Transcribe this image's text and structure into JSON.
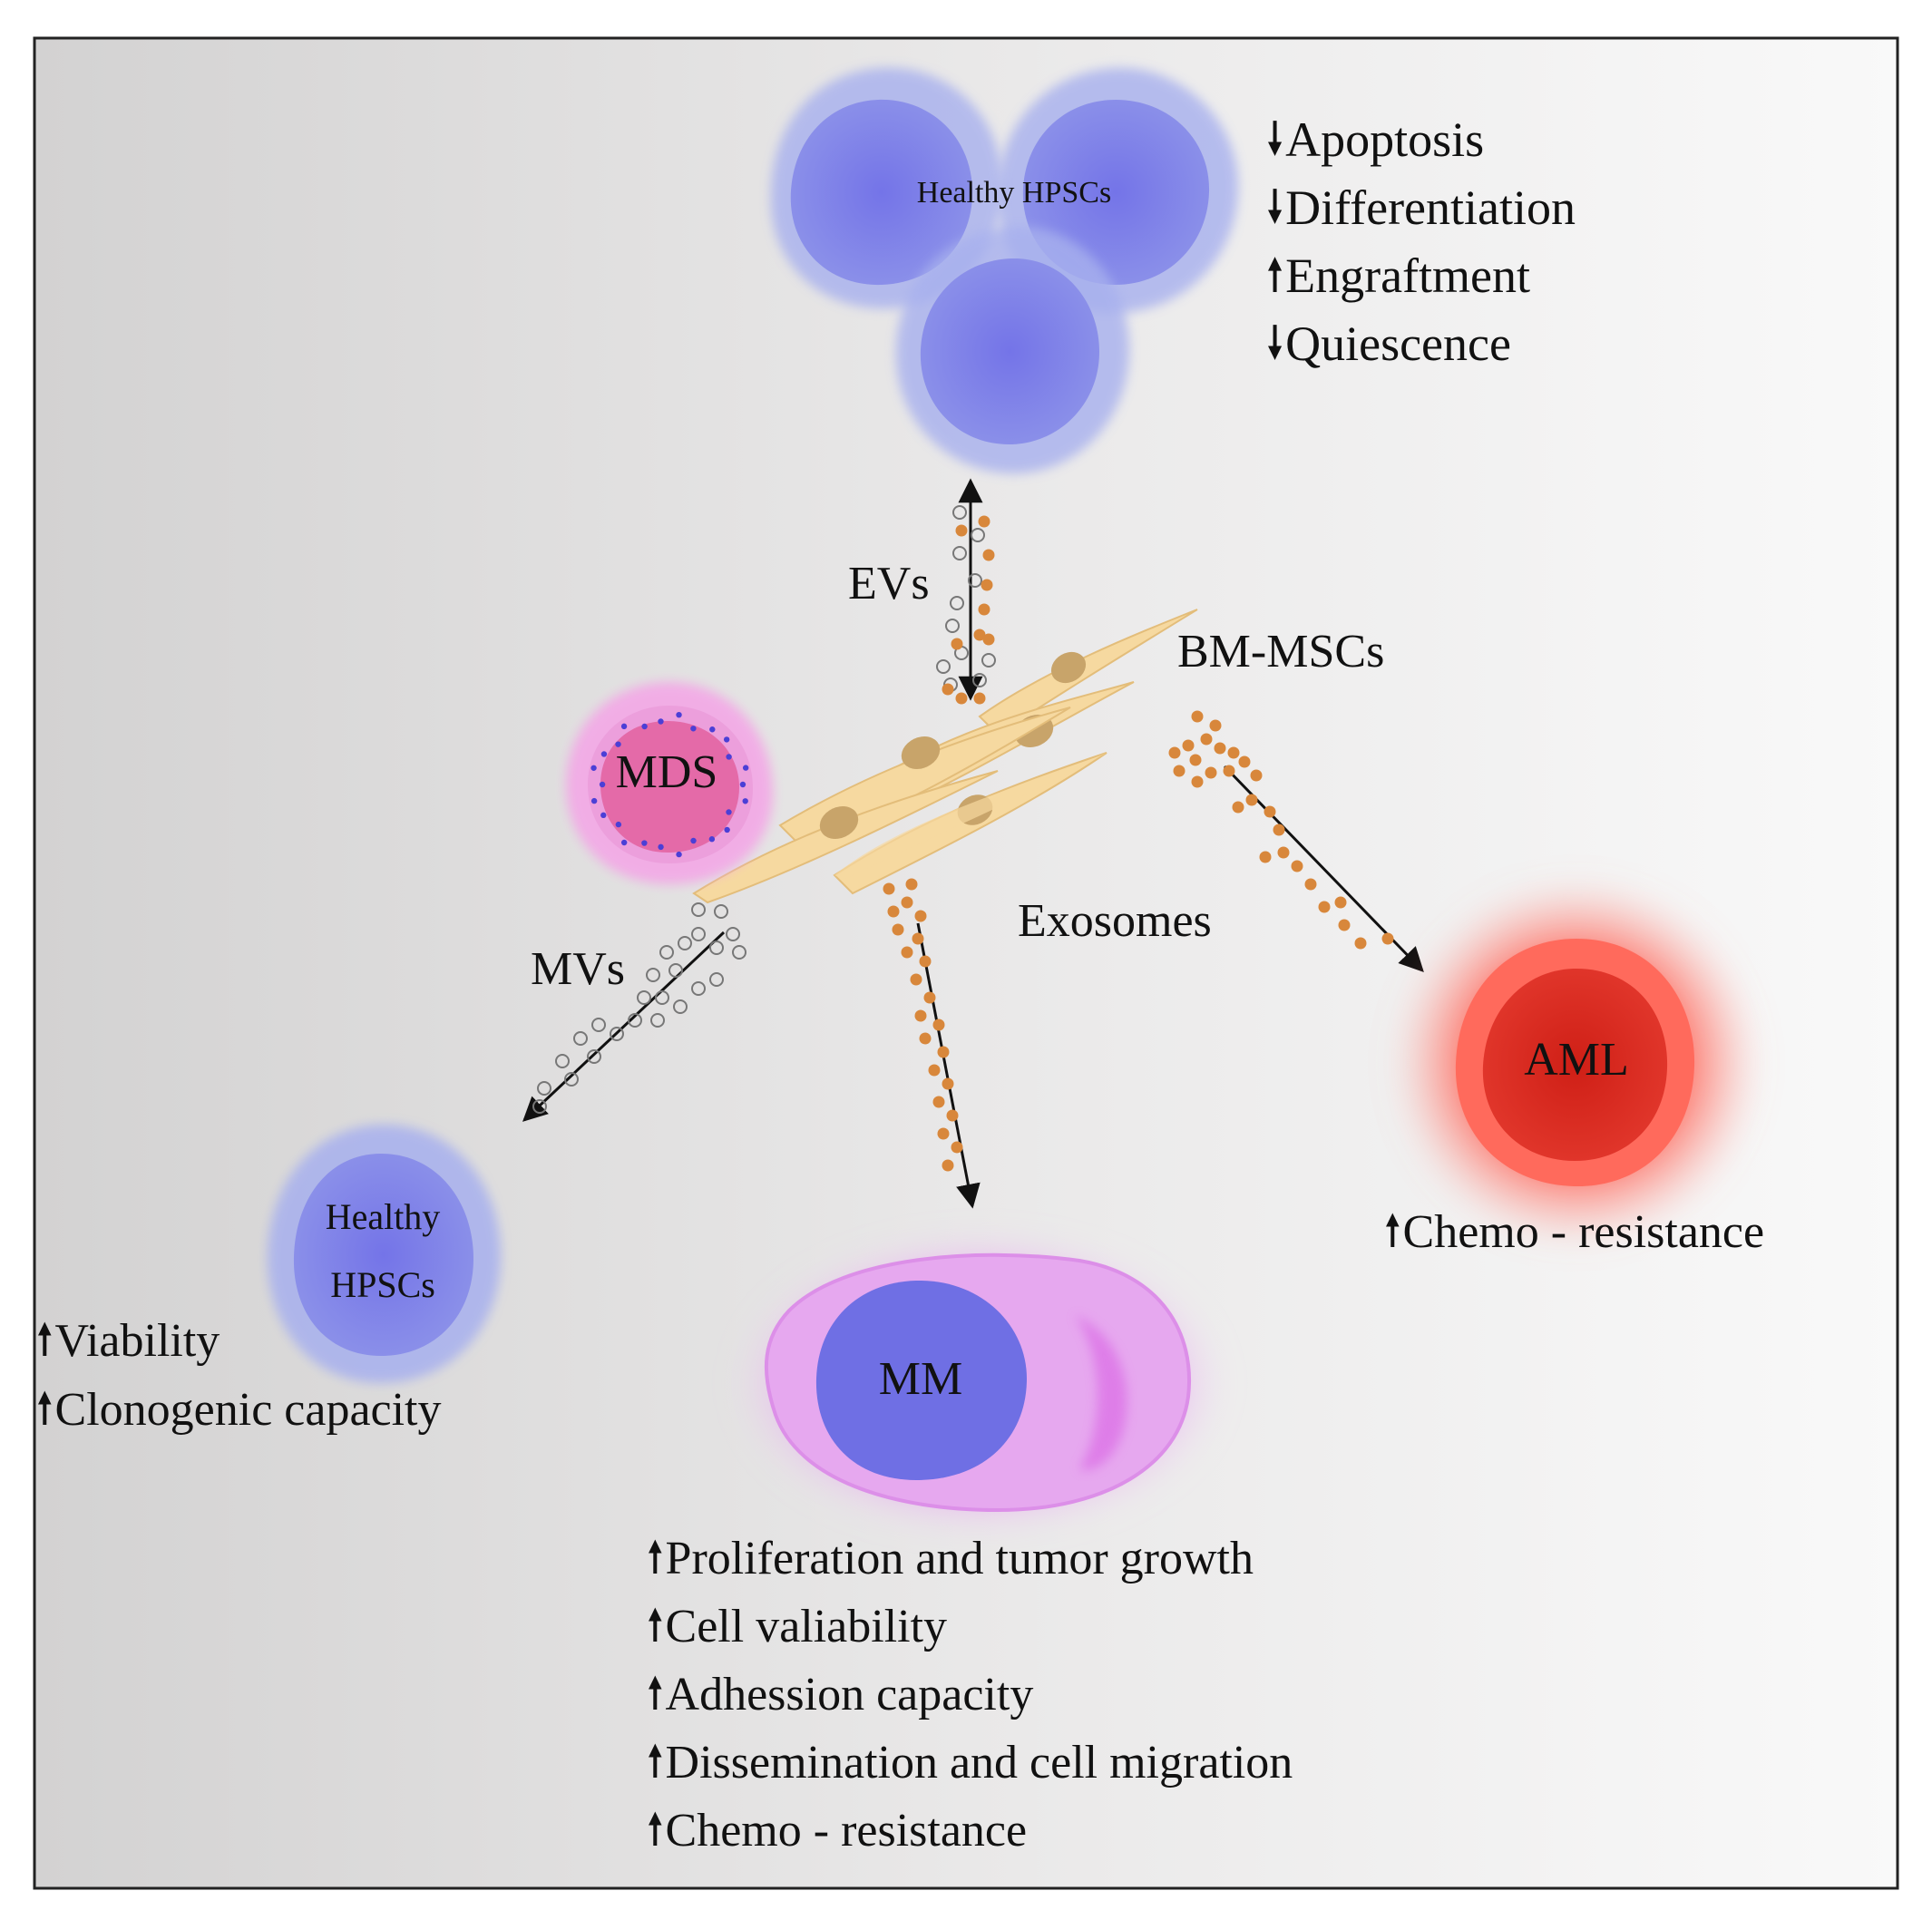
{
  "top_cells": {
    "label": "Healthy HPSCs",
    "effects": [
      {
        "dir": "down",
        "text": "Apoptosis"
      },
      {
        "dir": "down",
        "text": "Differentiation"
      },
      {
        "dir": "up",
        "text": "Engraftment"
      },
      {
        "dir": "down",
        "text": "Quiescence"
      }
    ]
  },
  "ev_label": "EVs",
  "bm_msc_label": "BM-MSCs",
  "mds_label": "MDS",
  "exosomes_label": "Exosomes",
  "mvs_label": "MVs",
  "left_cell": {
    "label_line1": "Healthy",
    "label_line2": "HPSCs",
    "effects": [
      {
        "dir": "up",
        "text": "Viability"
      },
      {
        "dir": "up",
        "text": "Clonogenic capacity"
      }
    ]
  },
  "aml": {
    "label": "AML",
    "effects": [
      {
        "dir": "up",
        "text": "Chemo - resistance"
      }
    ]
  },
  "mm": {
    "label": "MM",
    "effects": [
      {
        "dir": "up",
        "text": "Proliferation and tumor growth"
      },
      {
        "dir": "up",
        "text": "Cell valiability"
      },
      {
        "dir": "up",
        "text": "Adhession capacity"
      },
      {
        "dir": "up",
        "text": "Dissemination and cell migration"
      },
      {
        "dir": "up",
        "text": "Chemo - resistance"
      }
    ]
  },
  "colors": {
    "hpsc_outer": "#a9b3ef",
    "hpsc_inner": "#6f72e4",
    "mds_outer": "#f3a8e6",
    "mds_inner": "#e45fa6",
    "mm_outer": "#e9a6ef",
    "mm_inner": "#6f6fe4",
    "aml_outer": "#ff6659",
    "aml_inner": "#d4261c",
    "msc": "#f6d9a0",
    "msc_nucleus": "#c8a46a",
    "exosome": "#d8873b",
    "background_left": "#d6d6d6",
    "background_right": "#f8f8f8"
  }
}
